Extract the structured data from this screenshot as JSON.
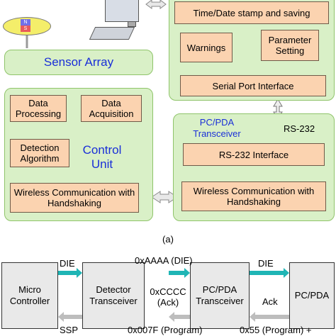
{
  "top": {
    "sensor_array": "Sensor Array",
    "time_date": "Time/Date stamp and saving",
    "warnings": "Warnings",
    "parameter_setting": "Parameter Setting",
    "serial_port": "Serial Port Interface",
    "magnet_labels": [
      "N",
      "S"
    ]
  },
  "control_unit": {
    "title": "Control Unit",
    "data_processing": "Data Processing",
    "data_acquisition": "Data Acquisition",
    "detection_algorithm": "Detection Algorithm",
    "wireless": "Wireless Communication with Handshaking"
  },
  "pc_pda": {
    "title": "PC/PDA Transceiver",
    "rs232_label": "RS-232",
    "rs232_interface": "RS-232 Interface",
    "wireless": "Wireless Communication with Handshaking"
  },
  "caption": "(a)",
  "sequence": {
    "micro_controller": "Micro Controller",
    "detector_transceiver": "Detector Transceiver",
    "pc_pda_transceiver": "PC/PDA Transceiver",
    "pc_pda": "PC/PDA",
    "labels": {
      "die_left": "DIE",
      "aaaa": "0xAAAA (DIE)",
      "die_right": "DIE",
      "cccc": "0xCCCC (Ack)",
      "ack": "Ack",
      "ssp": "SSP",
      "x007f": "0x007F (Program)",
      "x55": "0x55 (Program) +"
    }
  },
  "colors": {
    "panel_green": "#d9f0c7",
    "box_orange": "#fbd3b0",
    "title_blue": "#1a2fd8",
    "arrow_cyan": "#1fb5b5"
  }
}
